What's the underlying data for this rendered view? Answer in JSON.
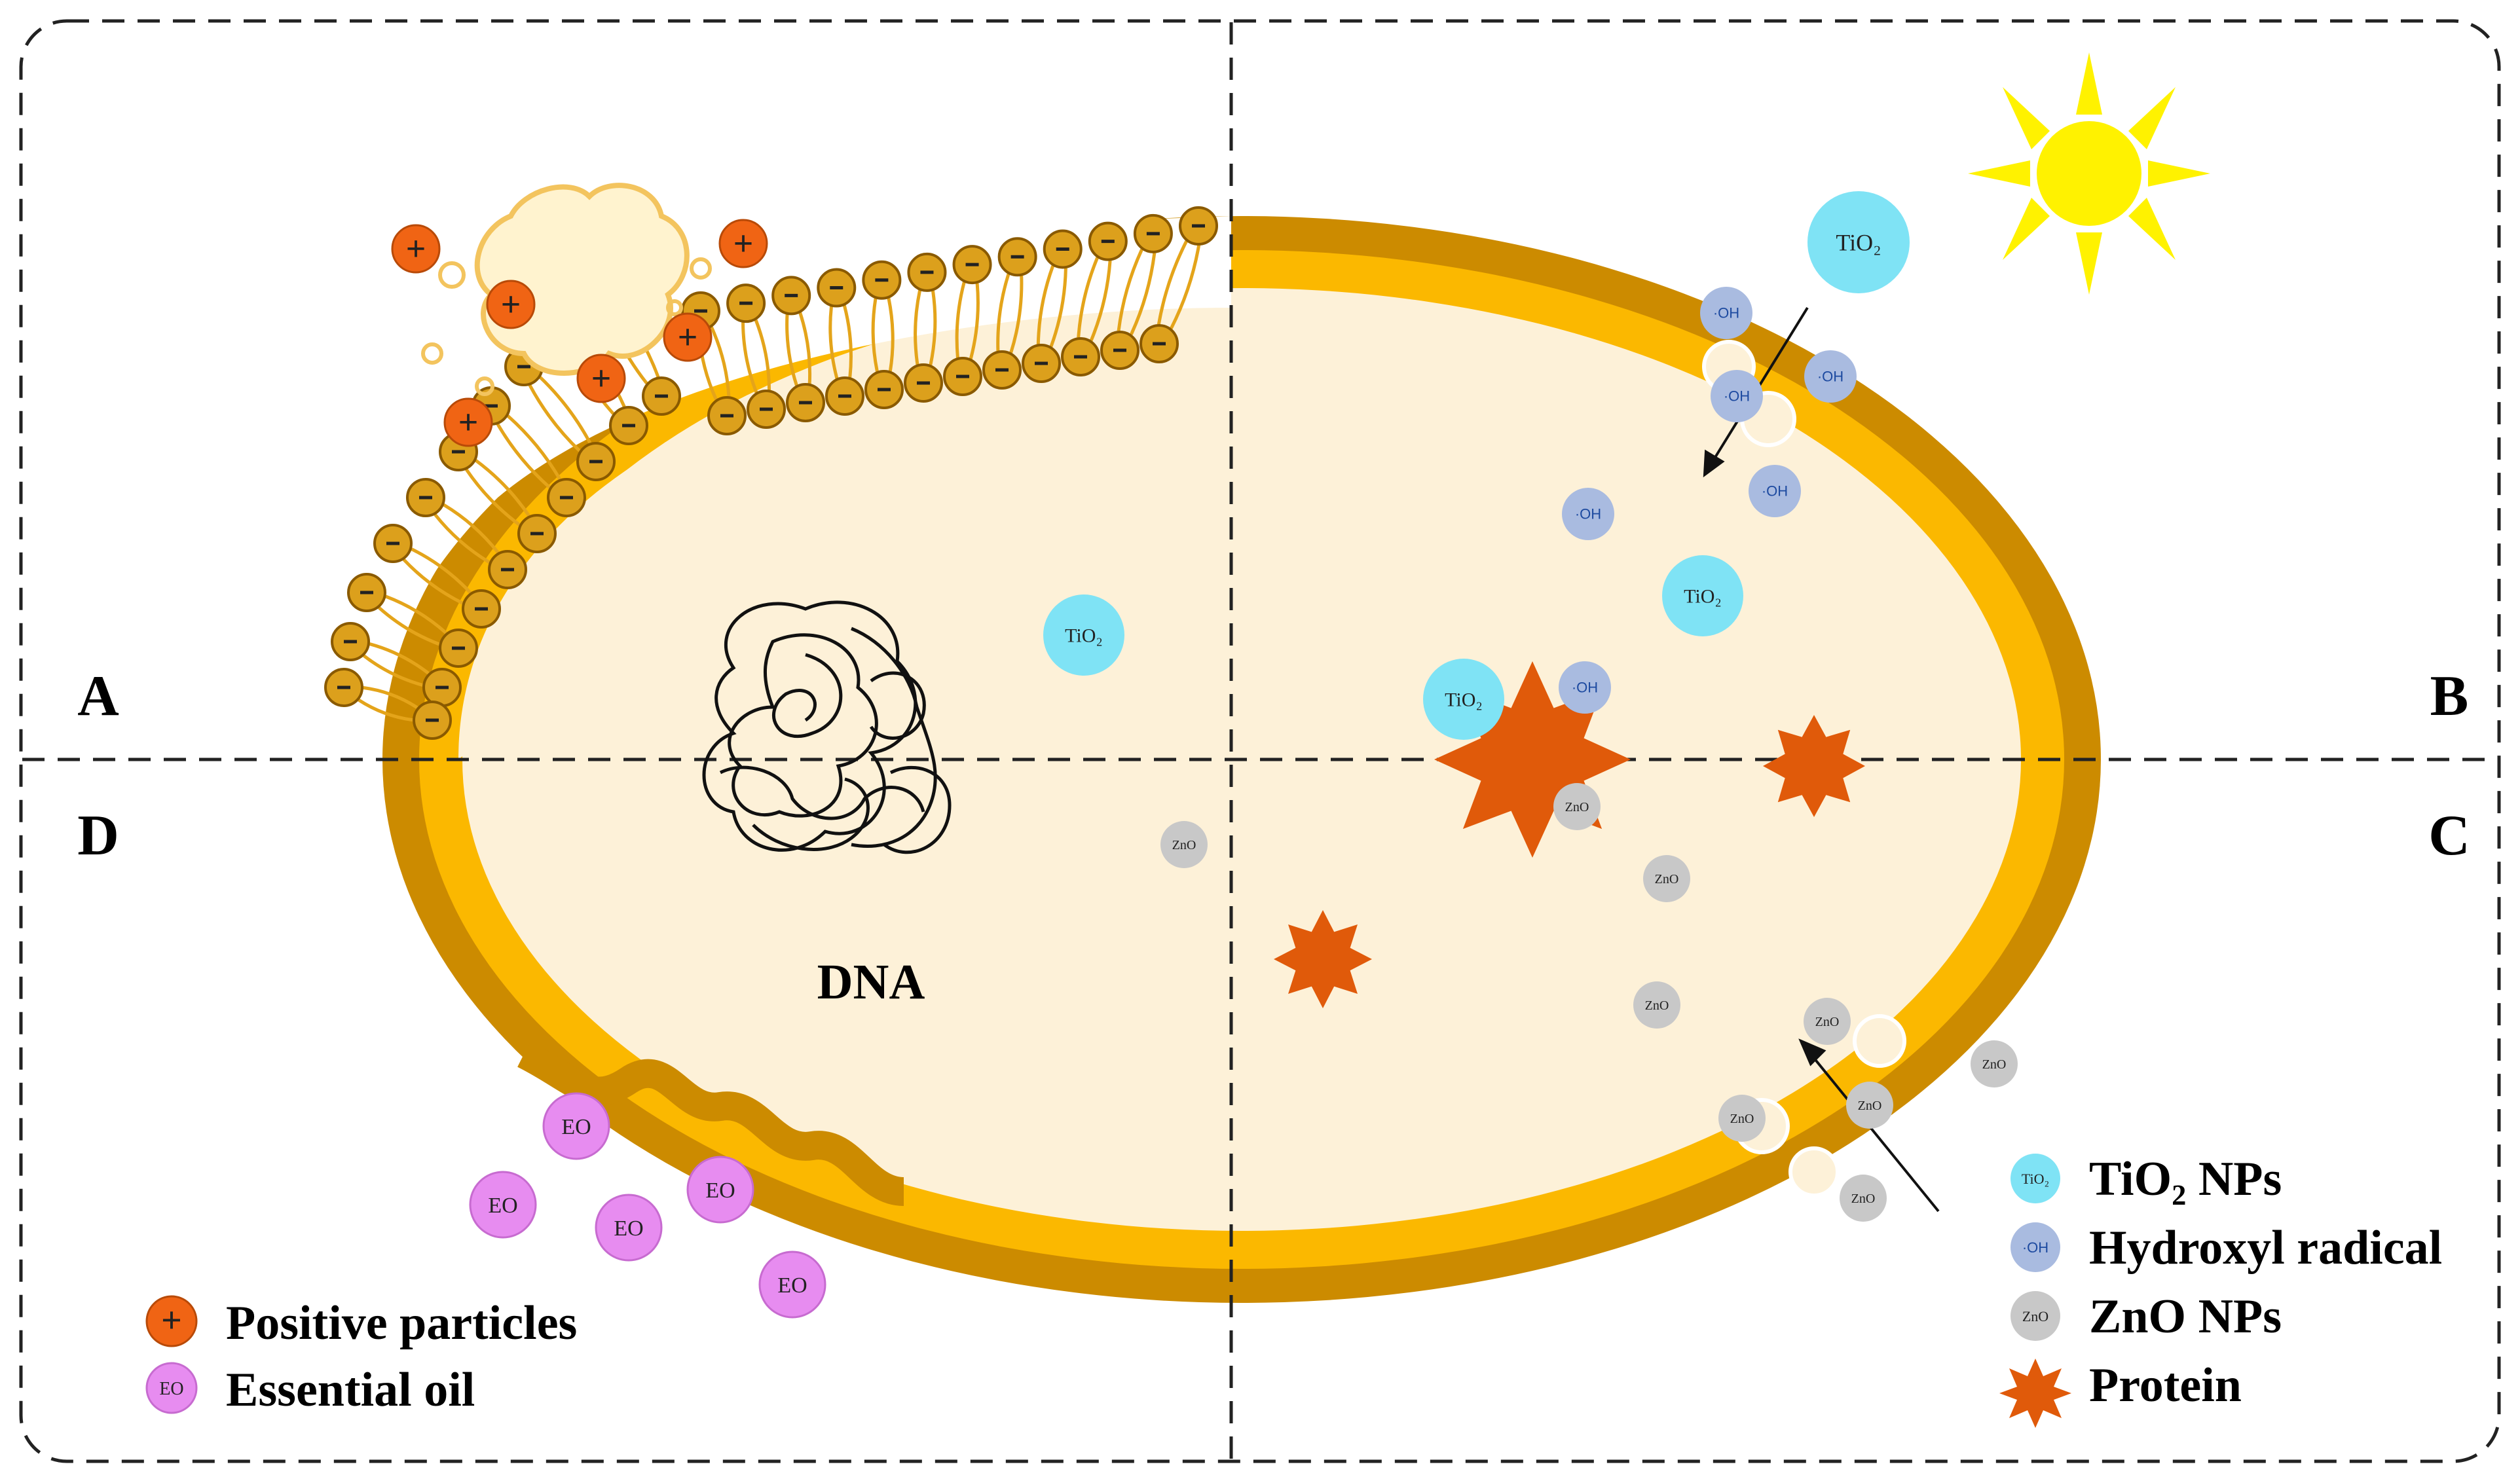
{
  "quadrants": {
    "a": "A",
    "b": "B",
    "c": "C",
    "d": "D"
  },
  "dna_label": "DNA",
  "particles": {
    "tio2": "TiO₂",
    "oh": "·OH",
    "zno": "ZnO",
    "eo": "EO",
    "plus": "+",
    "minus": "−"
  },
  "legend_left": {
    "positive": "Positive particles",
    "essential_oil": "Essential oil"
  },
  "legend_right": {
    "tio2": "TiO₂ NPs",
    "hydroxyl": "Hydroxyl radical",
    "zno": "ZnO NPs",
    "protein": "Protein"
  },
  "colors": {
    "cytoplasm": "#fdf1d8",
    "wall_outer": "#cc8b00",
    "wall_inner": "#fbb800",
    "tio2": "#7fe3f5",
    "oh": "#a9bbe0",
    "zno": "#c8c8c8",
    "eo": "#e78cf0",
    "positive": "#f06414",
    "lipid_head": "#dca01c",
    "protein": "#e05a0a",
    "sun": "#fff200"
  }
}
